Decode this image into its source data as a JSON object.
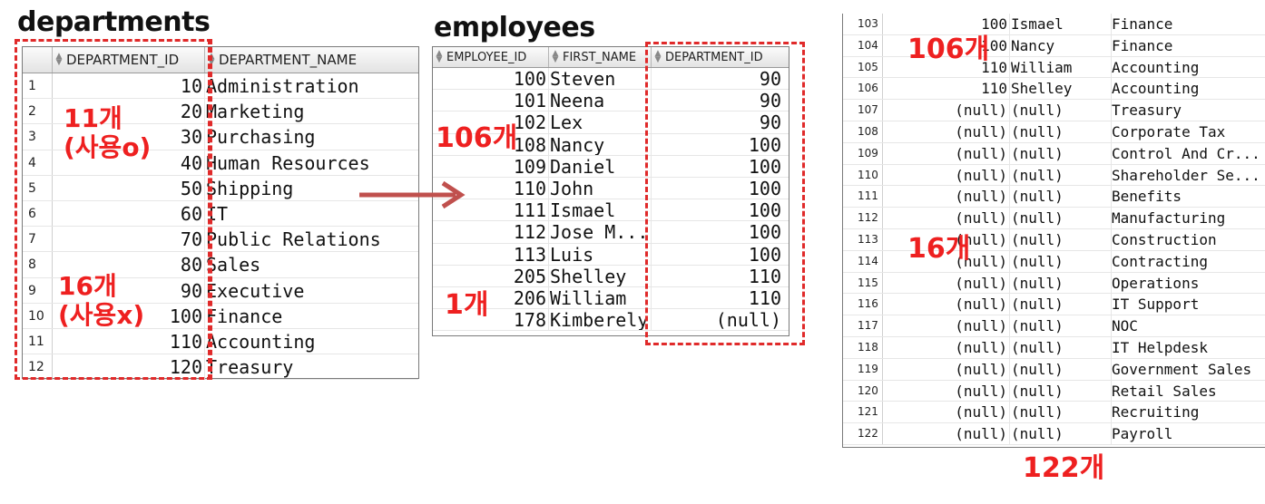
{
  "departments": {
    "title": "departments",
    "columns": [
      "DEPARTMENT_ID",
      "DEPARTMENT_NAME"
    ],
    "rows": [
      [
        "1",
        "10",
        "Administration"
      ],
      [
        "2",
        "20",
        "Marketing"
      ],
      [
        "3",
        "30",
        "Purchasing"
      ],
      [
        "4",
        "40",
        "Human Resources"
      ],
      [
        "5",
        "50",
        "Shipping"
      ],
      [
        "6",
        "60",
        "IT"
      ],
      [
        "7",
        "70",
        "Public Relations"
      ],
      [
        "8",
        "80",
        "Sales"
      ],
      [
        "9",
        "90",
        "Executive"
      ],
      [
        "10",
        "100",
        "Finance"
      ],
      [
        "11",
        "110",
        "Accounting"
      ],
      [
        "12",
        "120",
        "Treasury"
      ]
    ]
  },
  "employees": {
    "title": "employees",
    "columns": [
      "EMPLOYEE_ID",
      "FIRST_NAME",
      "DEPARTMENT_ID"
    ],
    "rows": [
      [
        "100",
        "Steven",
        "90"
      ],
      [
        "101",
        "Neena",
        "90"
      ],
      [
        "102",
        "Lex",
        "90"
      ],
      [
        "108",
        "Nancy",
        "100"
      ],
      [
        "109",
        "Daniel",
        "100"
      ],
      [
        "110",
        "John",
        "100"
      ],
      [
        "111",
        "Ismael",
        "100"
      ],
      [
        "112",
        "Jose M...",
        "100"
      ],
      [
        "113",
        "Luis",
        "100"
      ],
      [
        "205",
        "Shelley",
        "110"
      ],
      [
        "206",
        "William",
        "110"
      ],
      [
        "178",
        "Kimberely",
        "(null)"
      ]
    ]
  },
  "result": {
    "rows": [
      [
        "103",
        "100",
        "Ismael",
        "Finance"
      ],
      [
        "104",
        "100",
        "Nancy",
        "Finance"
      ],
      [
        "105",
        "110",
        "William",
        "Accounting"
      ],
      [
        "106",
        "110",
        "Shelley",
        "Accounting"
      ],
      [
        "107",
        "(null)",
        "(null)",
        "Treasury"
      ],
      [
        "108",
        "(null)",
        "(null)",
        "Corporate Tax"
      ],
      [
        "109",
        "(null)",
        "(null)",
        "Control And Cr..."
      ],
      [
        "110",
        "(null)",
        "(null)",
        "Shareholder Se..."
      ],
      [
        "111",
        "(null)",
        "(null)",
        "Benefits"
      ],
      [
        "112",
        "(null)",
        "(null)",
        "Manufacturing"
      ],
      [
        "113",
        "(null)",
        "(null)",
        "Construction"
      ],
      [
        "114",
        "(null)",
        "(null)",
        "Contracting"
      ],
      [
        "115",
        "(null)",
        "(null)",
        "Operations"
      ],
      [
        "116",
        "(null)",
        "(null)",
        "IT Support"
      ],
      [
        "117",
        "(null)",
        "(null)",
        "NOC"
      ],
      [
        "118",
        "(null)",
        "(null)",
        "IT Helpdesk"
      ],
      [
        "119",
        "(null)",
        "(null)",
        "Government Sales"
      ],
      [
        "120",
        "(null)",
        "(null)",
        "Retail Sales"
      ],
      [
        "121",
        "(null)",
        "(null)",
        "Recruiting"
      ],
      [
        "122",
        "(null)",
        "(null)",
        "Payroll"
      ]
    ]
  },
  "annotations": {
    "dep_used": "11개\n(사용o)",
    "dep_unused": "16개\n(사용x)",
    "emp_106": "106개",
    "emp_1": "1개",
    "res_106": "106개",
    "res_16": "16개",
    "res_total": "122개"
  },
  "colors": {
    "annotation": "#ee2020",
    "dash": "#e02a2a",
    "arrow": "#c0504d",
    "grid_border": "#7a7a7a"
  }
}
